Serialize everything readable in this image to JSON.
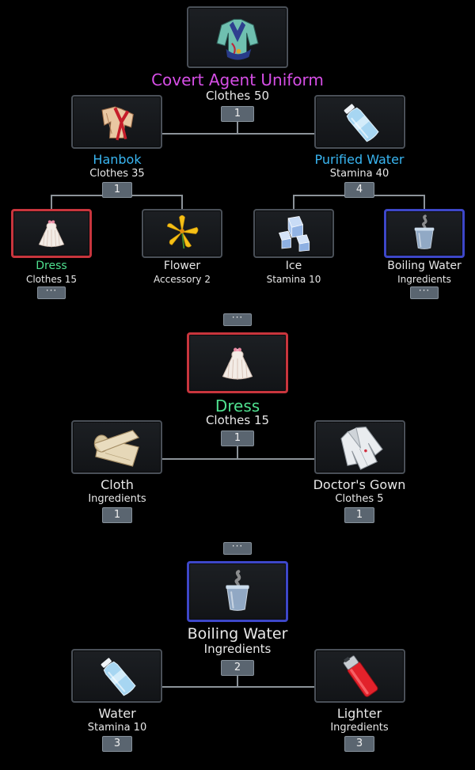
{
  "colors": {
    "purple": "#d64ee6",
    "blue": "#39b6f2",
    "green": "#4fe08f",
    "white": "#e8e8e8",
    "red_border": "#c8353d",
    "blue_border": "#3d47c8"
  },
  "more_label": "···",
  "tree1": {
    "root": {
      "name": "Covert Agent Uniform",
      "stat": "Clothes 50",
      "count": "1",
      "icon": "uniform-icon"
    },
    "left": {
      "name": "Hanbok",
      "stat": "Clothes 35",
      "count": "1",
      "icon": "hanbok-icon"
    },
    "right": {
      "name": "Purified Water",
      "stat": "Stamina 40",
      "count": "4",
      "icon": "water-bottle-icon"
    },
    "leaves": [
      {
        "name": "Dress",
        "stat": "Clothes 15",
        "icon": "dress-icon"
      },
      {
        "name": "Flower",
        "stat": "Accessory 2",
        "icon": "flower-icon"
      },
      {
        "name": "Ice",
        "stat": "Stamina 10",
        "icon": "ice-icon"
      },
      {
        "name": "Boiling Water",
        "stat": "Ingredients",
        "icon": "boiling-water-icon"
      }
    ]
  },
  "tree2": {
    "root": {
      "name": "Dress",
      "stat": "Clothes 15",
      "count": "1",
      "icon": "dress-icon"
    },
    "left": {
      "name": "Cloth",
      "stat": "Ingredients",
      "count": "1",
      "icon": "cloth-icon"
    },
    "right": {
      "name": "Doctor's Gown",
      "stat": "Clothes 5",
      "count": "1",
      "icon": "doctors-gown-icon"
    }
  },
  "tree3": {
    "root": {
      "name": "Boiling Water",
      "stat": "Ingredients",
      "count": "2",
      "icon": "boiling-water-icon"
    },
    "left": {
      "name": "Water",
      "stat": "Stamina 10",
      "count": "3",
      "icon": "water-bottle-icon"
    },
    "right": {
      "name": "Lighter",
      "stat": "Ingredients",
      "count": "3",
      "icon": "lighter-icon"
    }
  }
}
